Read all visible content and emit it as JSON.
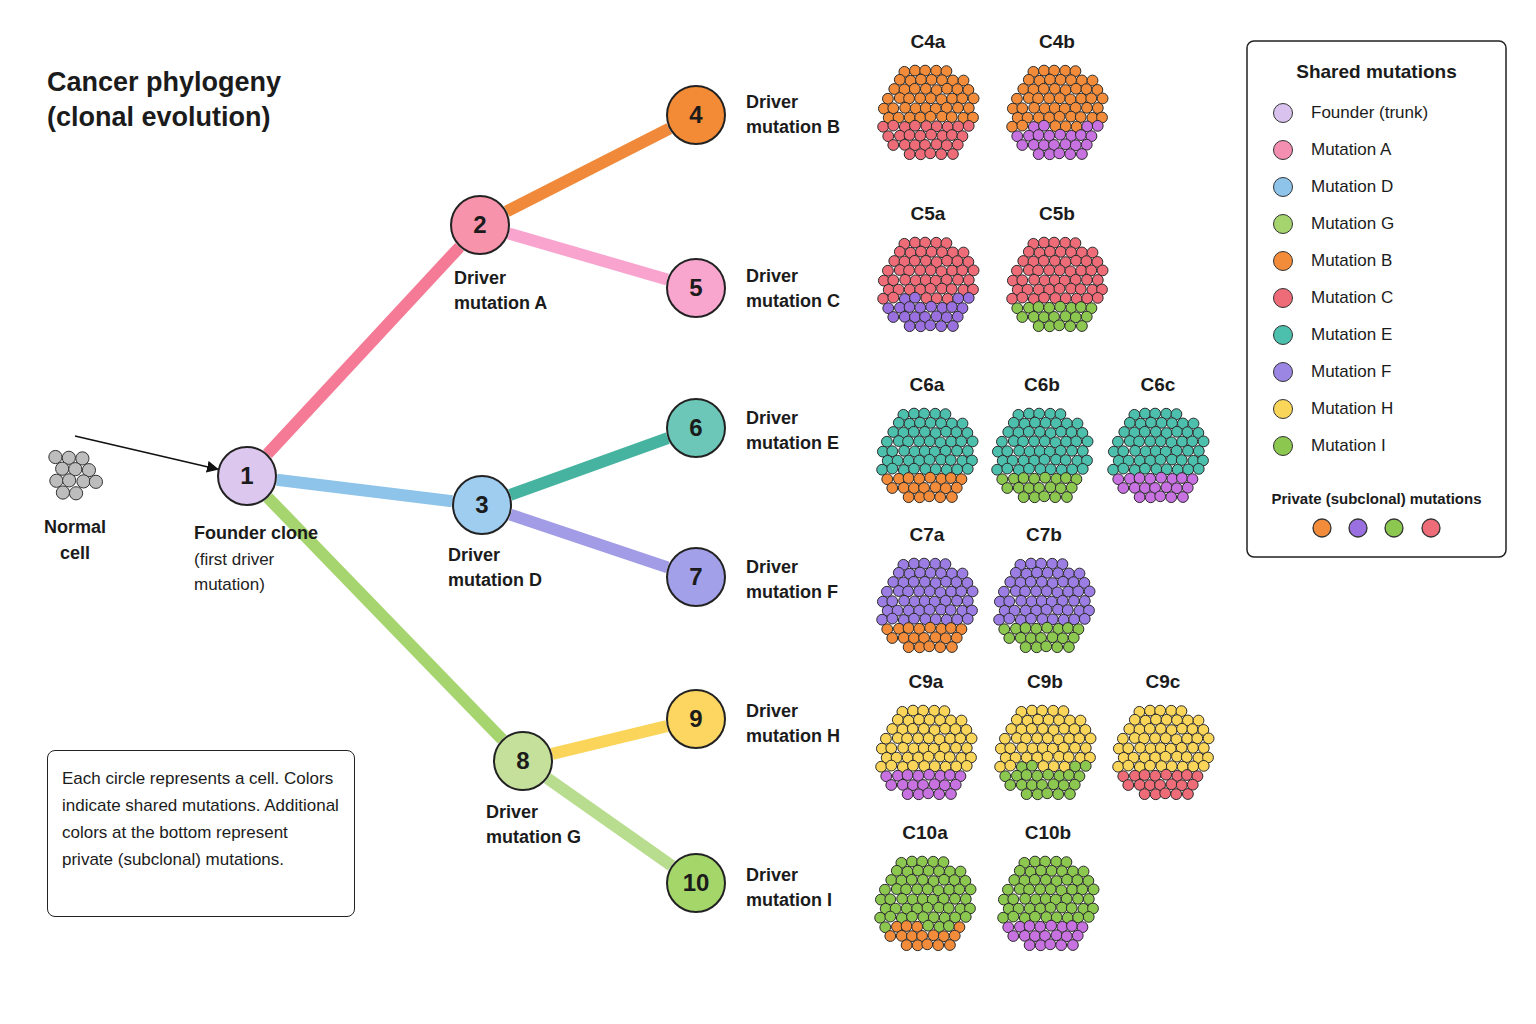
{
  "diagram": {
    "title": "Cancer phylogeny (clonal evolution)",
    "nodes": [
      {
        "text": [
          "Normal cell"
        ]
      },
      {
        "text": [
          "1",
          "Founder clone",
          "(first driver mutation)"
        ]
      },
      {
        "text": [
          "2",
          "Driver mutation A"
        ]
      },
      {
        "text": [
          "3",
          "Driver mutation D"
        ]
      },
      {
        "text": [
          "4",
          "Driver mutation B"
        ]
      },
      {
        "text": [
          "5",
          "Driver mutation C"
        ]
      },
      {
        "text": [
          "6",
          "Driver mutation E"
        ]
      },
      {
        "text": [
          "7",
          "Driver mutation F"
        ]
      },
      {
        "text": [
          "8",
          "Driver mutation G"
        ]
      },
      {
        "text": [
          "9",
          "Driver mutation H"
        ]
      },
      {
        "text": [
          "10",
          "Driver mutation I"
        ]
      },
      {
        "text": [
          "C4a"
        ]
      },
      {
        "text": [
          "C4b"
        ]
      },
      {
        "text": [
          "C5a"
        ]
      },
      {
        "text": [
          "C5b"
        ]
      },
      {
        "text": [
          "C6a"
        ]
      },
      {
        "text": [
          "C6b"
        ]
      },
      {
        "text": [
          "C6c"
        ]
      },
      {
        "text": [
          "C7a"
        ]
      },
      {
        "text": [
          "C7b"
        ]
      },
      {
        "text": [
          "C9a"
        ]
      },
      {
        "text": [
          "C9b"
        ]
      },
      {
        "text": [
          "C9c"
        ]
      },
      {
        "text": [
          "C10a"
        ]
      },
      {
        "text": [
          "C10b"
        ]
      },
      {
        "text": [
          "Each circle represents a cell. Colors indicate shared mutations. Additional colors at the bottom represent private (subclonal) mutations."
        ]
      }
    ],
    "edges": [
      {
        "from": 0,
        "to": 1,
        "arrow": "to"
      },
      {
        "from": 1,
        "to": 2,
        "arrow": "none"
      },
      {
        "from": 1,
        "to": 3,
        "arrow": "none"
      },
      {
        "from": 1,
        "to": 8,
        "arrow": "none"
      },
      {
        "from": 2,
        "to": 4,
        "arrow": "none"
      },
      {
        "from": 2,
        "to": 5,
        "arrow": "none"
      },
      {
        "from": 3,
        "to": 6,
        "arrow": "none"
      },
      {
        "from": 3,
        "to": 7,
        "arrow": "none"
      },
      {
        "from": 8,
        "to": 9,
        "arrow": "none"
      },
      {
        "from": 8,
        "to": 10,
        "arrow": "none"
      }
    ],
    "labels": [
      "Shared mutations",
      "Private (subclonal) mutations"
    ],
    "legend": [
      {
        "text": "Founder (trunk)",
        "color": "#d9c3ee"
      },
      {
        "text": "Mutation A",
        "color": "#f48fb2"
      },
      {
        "text": "Mutation D",
        "color": "#8ec3ea"
      },
      {
        "text": "Mutation G",
        "color": "#a5d46e"
      },
      {
        "text": "Mutation B",
        "color": "#f28c3a"
      },
      {
        "text": "Mutation C",
        "color": "#ee6b78"
      },
      {
        "text": "Mutation E",
        "color": "#4dbfad"
      },
      {
        "text": "Mutation F",
        "color": "#9c86e3"
      },
      {
        "text": "Mutation H",
        "color": "#f9d65a"
      },
      {
        "text": "Mutation I",
        "color": "#8cc850"
      }
    ]
  }
}
